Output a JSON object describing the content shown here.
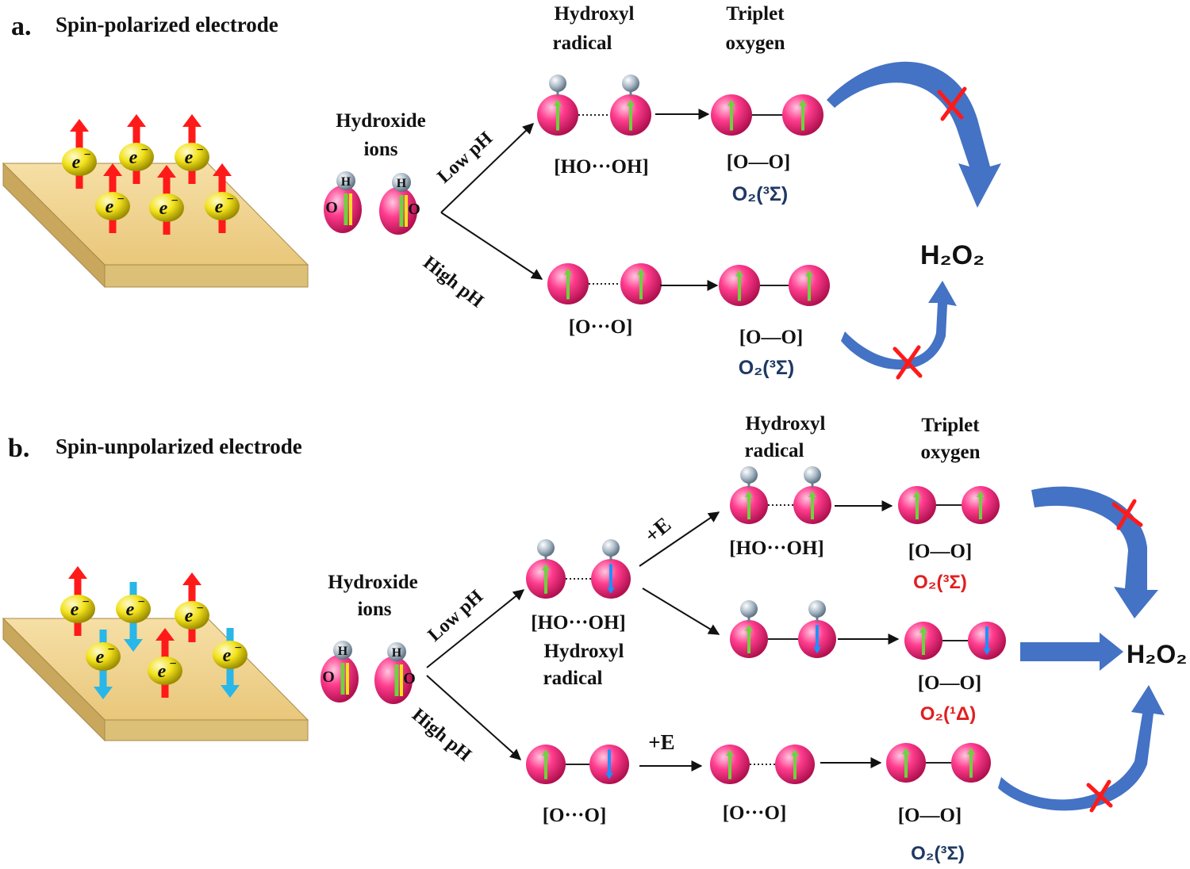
{
  "colors": {
    "blue_arrow": "#4472c4",
    "blocked_mark": "#ff1a1a",
    "sphere_pink": "#ff3c8e",
    "spin_up_green": "#6cd43c",
    "spin_down_blue": "#1e90ff",
    "electrode_top": "#f2d799",
    "electron_yellow": "#f2e21b",
    "spin_arrow_red": "#ff1a1a",
    "spin_arrow_cyan": "#29b6e8",
    "o2_label_navy": "#1f3864",
    "o2_label_red": "#e02020"
  },
  "panel_a": {
    "letter": "a.",
    "title": "Spin-polarized electrode",
    "electron_label": "e",
    "electron_charge": "−",
    "hydroxide_label": [
      "Hydroxide",
      "ions"
    ],
    "atom_o": "O",
    "atom_h": "H",
    "low_ph": "Low pH",
    "high_ph": "High pH",
    "hydroxyl_header": [
      "Hydroxyl",
      "radical"
    ],
    "triplet_header": [
      "Triplet",
      "oxygen"
    ],
    "ho_oh": "[HO···OH]",
    "o_o_dotted": "[O···O]",
    "o_o_bond_top": "[O—O]",
    "o_o_bond_bottom": "[O—O]",
    "o2_top": "O₂(³Σ)",
    "o2_bottom": "O₂(³Σ)",
    "product": "H₂O₂"
  },
  "panel_b": {
    "letter": "b.",
    "title": "Spin-unpolarized electrode",
    "hydroxide_label": [
      "Hydroxide",
      "ions"
    ],
    "low_ph": "Low pH",
    "high_ph": "High pH",
    "plus_e_top": "+E",
    "plus_e_bottom": "+E",
    "hydroxyl_header": [
      "Hydroxyl",
      "radical"
    ],
    "triplet_header": [
      "Triplet",
      "oxygen"
    ],
    "ho_oh_mid": "[HO···OH]",
    "hydroxyl_below": [
      "Hydroxyl",
      "radical"
    ],
    "ho_oh_top": "[HO···OH]",
    "o_o_top": "[O—O]",
    "o2_top": "O₂(³Σ)",
    "o_o_mid": "[O—O]",
    "o2_mid": "O₂(¹Δ)",
    "o_o_dotted_1": "[O···O]",
    "o_o_dotted_2": "[O···O]",
    "o_o_bottom": "[O—O]",
    "o2_bottom": "O₂(³Σ)",
    "product": "H₂O₂"
  }
}
